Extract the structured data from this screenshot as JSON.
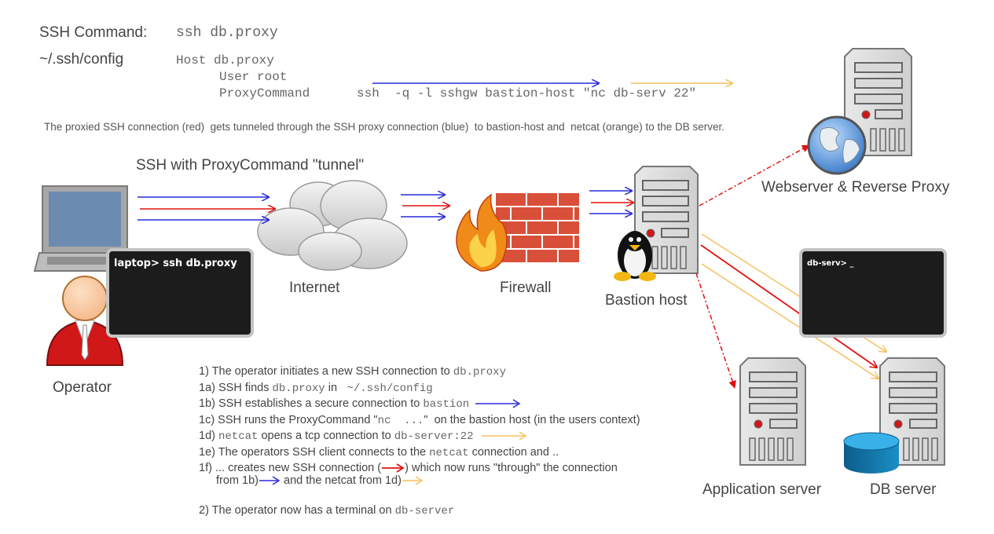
{
  "header": {
    "ssh_command_label": "SSH Command:",
    "ssh_command": "ssh db.proxy",
    "config_label": "~/.ssh/config",
    "config_line1": "Host db.proxy",
    "config_line2": "User root",
    "config_line3_key": "ProxyCommand",
    "config_line3_value": "ssh  -q -l sshgw bastion-host \"nc db-serv 22\""
  },
  "description": "The proxied SSH connection (red)  gets tunneled through the SSH proxy connection (blue)  to bastion-host and  netcat (orange) to the DB server.",
  "tunnel_title": "SSH with ProxyCommand \"tunnel\"",
  "nodes": {
    "operator": "Operator",
    "internet": "Internet",
    "firewall": "Firewall",
    "bastion": "Bastion host",
    "webserver": "Webserver & Reverse Proxy",
    "app_server": "Application server",
    "db_server": "DB server"
  },
  "terminals": {
    "laptop": "laptop> ssh db.proxy",
    "db": "db-serv> _"
  },
  "steps": {
    "s1": {
      "text": "1) The operator initiates a new SSH connection to ",
      "code": "db.proxy"
    },
    "s1a": {
      "text": "1a) SSH finds ",
      "code": "db.proxy",
      "text2": " in ",
      "code2": " ~/.ssh/config"
    },
    "s1b": {
      "text": "1b) SSH establishes a secure connection to ",
      "code": "bastion"
    },
    "s1c": {
      "text": "1c) SSH runs the ProxyCommand \"",
      "code": "nc  ...",
      "text2": "\"  on the bastion host (in the users context)"
    },
    "s1d": {
      "code": "netcat",
      "text": " opens a tcp connection to ",
      "code2": "db-server:22",
      "prefix": "1d) "
    },
    "s1e": {
      "text": "1e) The operators SSH client connects to the ",
      "code": "netcat",
      "text2": " connection and .."
    },
    "s1f_a": "1f) ... creates new SSH connection (",
    "s1f_b": ") which now runs \"through\" the connection",
    "s1f_c": "from 1b)",
    "s1f_d": " and the netcat from 1d)",
    "s2": {
      "text": "2) The operator now has a terminal on ",
      "code": "db-server"
    }
  },
  "colors": {
    "blue": "#2a2ae0",
    "red": "#e01010",
    "orange": "#f5c060"
  }
}
